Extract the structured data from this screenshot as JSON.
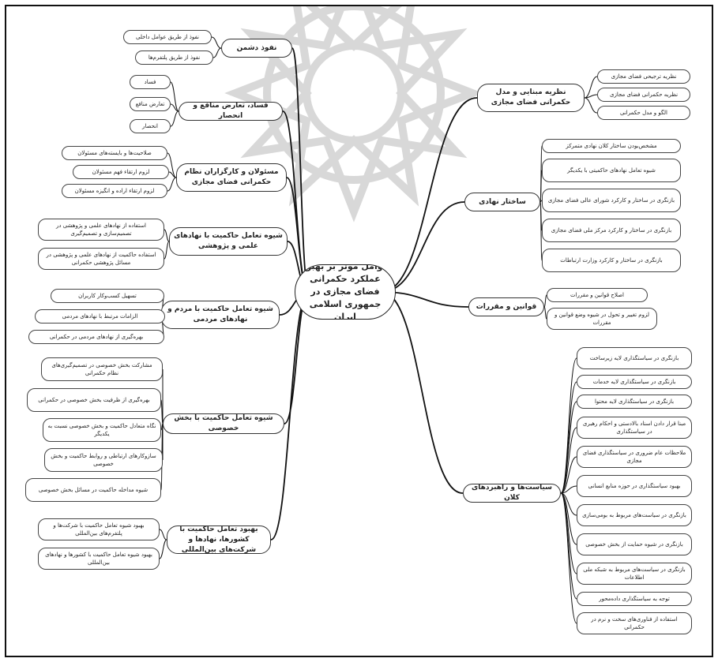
{
  "root": "عوامل موثر بر بهبود عملکرد حکمرانی فضای مجازی در جمهوری اسلامی ایران",
  "left_branches": [
    {
      "label": "نفوذ دشمن",
      "leaves": [
        "نفوذ از طریق عوامل داخلی",
        "نفوذ از طریق پلتفرم‌ها"
      ]
    },
    {
      "label": "فساد، تعارض منافع و انحصار",
      "leaves": [
        "فساد",
        "تعارض منافع",
        "انحصار"
      ]
    },
    {
      "label": "مسئولان و کارگزاران نظام حکمرانی فضای مجازی",
      "leaves": [
        "صلاحیت‌ها و بایسته‌های مسئولان",
        "لزوم ارتقاء فهم مسئولان",
        "لزوم ارتقاء اراده و انگیزه مسئولان"
      ]
    },
    {
      "label": "شیوه تعامل حاکمیت با نهادهای علمی و پژوهشی",
      "leaves": [
        "استفاده از نهادهای علمی و پژوهشی در تصمیم‌سازی و تصمیم‌گیری",
        "استفاده حاکمیت از نهادهای علمی و پژوهشی در مسائل پژوهشی حکمرانی"
      ]
    },
    {
      "label": "شیوه تعامل حاکمیت با مردم و نهادهای مردمی",
      "leaves": [
        "تسهیل کسب‌وکار کاربران",
        "الزامات مرتبط با نهادهای مردمی",
        "بهره‌گیری از نهادهای مردمی در حکمرانی"
      ]
    },
    {
      "label": "شیوه تعامل حاکمیت با بخش خصوصی",
      "leaves": [
        "مشارکت بخش خصوصی در تصمیم‌گیری‌های نظام حکمرانی",
        "بهره‌گیری از ظرفیت بخش خصوصی در حکمرانی",
        "نگاه متعادل حاکمیت و بخش خصوصی نسبت به یکدیگر",
        "سازوکارهای ارتباطی و روابط حاکمیت و بخش خصوصی",
        "شیوه مداخله حاکمیت در مسائل بخش خصوصی"
      ]
    },
    {
      "label": "بهبود تعامل حاکمیت با کشورها، نهادها و شرکت‌های بین‌المللی",
      "leaves": [
        "بهبود شیوه تعامل حاکمیت با شرکت‌ها و پلتفرم‌های بین‌المللی",
        "بهبود شیوه تعامل حاکمیت با کشورها و نهادهای بین‌المللی"
      ]
    }
  ],
  "right_branches": [
    {
      "label": "نظریه مبنایی و مدل حکمرانی فضای مجازی",
      "leaves": [
        "نظریه ترجیحی فضای مجازی",
        "نظریه حکمرانی فضای مجازی",
        "الگو و مدل حکمرانی"
      ]
    },
    {
      "label": "ساختار نهادی",
      "leaves": [
        "مشخص‌بودن ساختار کلان نهادی متمرکز",
        "شیوه تعامل نهادهای حاکمیتی با یکدیگر",
        "بازنگری در ساختار و کارکرد شورای عالی فضای مجازی",
        "بازنگری در ساختار و کارکرد مرکز ملی فضای مجازی",
        "بازنگری در ساختار و کارکرد وزارت ارتباطات"
      ]
    },
    {
      "label": "قوانین و مقررات",
      "leaves": [
        "اصلاح قوانین و مقررات",
        "لزوم تغییر و تحول در شیوه وضع قوانین و مقررات"
      ]
    },
    {
      "label": "سیاست‌ها و راهبردهای کلان",
      "leaves": [
        "بازنگری در سیاستگذاری لایه زیرساخت",
        "بازنگری در سیاستگذاری لایه خدمات",
        "بازنگری در سیاستگذاری لایه محتوا",
        "مبنا قرار دادن اسناد بالادستی و احکام رهبری در سیاستگذاری",
        "ملاحظات عام ضروری در سیاستگذاری فضای مجازی",
        "بهبود سیاستگذاری در حوزه منابع انسانی",
        "بازنگری در سیاست‌های مربوط به بومی‌سازی",
        "بازنگری در شیوه حمایت از بخش خصوصی",
        "بازنگری در سیاست‌های مربوط به شبکه ملی اطلاعات",
        "توجه به سیاستگذاری داده‌محور",
        "استفاده از فناوری‌های سخت و نرم در حکمرانی"
      ]
    }
  ]
}
